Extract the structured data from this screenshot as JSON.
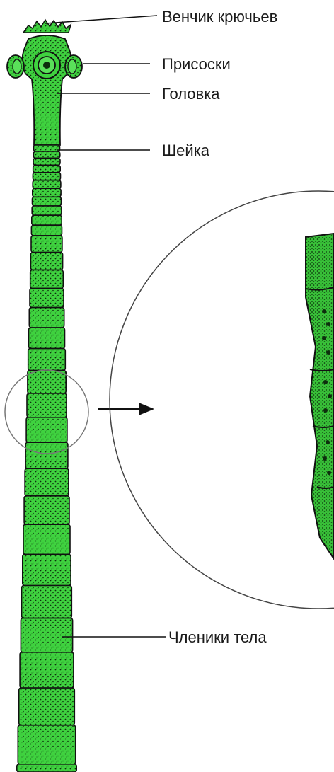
{
  "labels": {
    "hooks": "Венчик крючьев",
    "suckers": "Присоски",
    "head": "Головка",
    "neck": "Шейка",
    "segments": "Членики тела"
  },
  "colors": {
    "body_fill": "#3fd23f",
    "body_dark": "#0d2e0d",
    "outline": "#111111",
    "background": "#ffffff"
  }
}
